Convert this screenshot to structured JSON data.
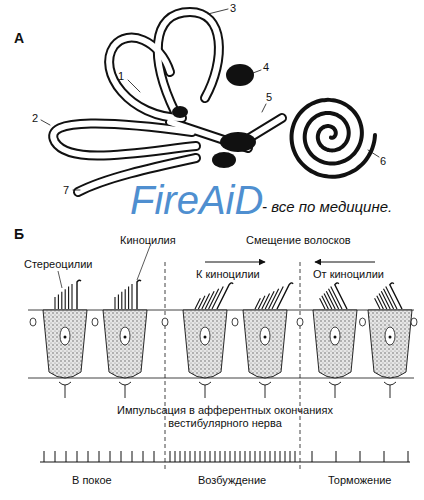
{
  "diagram": {
    "labels": [
      "А",
      "1",
      "2",
      "3",
      "4",
      "5",
      "6",
      "7",
      "FireAiD",
      "- все по медицине.",
      "Б",
      "Киноцилия",
      "Смещение волосков",
      "Стереоцилии",
      "К киноцилии",
      "От киноцилии",
      "Импульсация в афферентных окончаниях вестибулярного нерва",
      "В покое",
      "Возбуждение",
      "Торможение"
    ]
  }
}
